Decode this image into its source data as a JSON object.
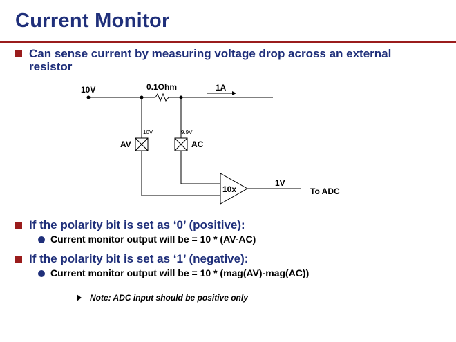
{
  "title": "Current Monitor",
  "bullets": {
    "sense": "Can sense current by measuring voltage drop across an external resistor",
    "pos_heading": "If the polarity bit is set as ‘0’ (positive):",
    "pos_detail": "Current monitor output will be = 10 * (AV-AC)",
    "neg_heading": "If the polarity bit is set as ‘1’ (negative):",
    "neg_detail": "Current monitor output will be = 10 * (mag(AV)-mag(AC))",
    "note": "Note: ADC input should be positive only"
  },
  "diagram": {
    "input_voltage": "10V",
    "resistor": "0.1Ohm",
    "current": "1A",
    "av_voltage": "10V",
    "ac_voltage": "9.9V",
    "av_label": "AV",
    "ac_label": "AC",
    "amp_gain": "10x",
    "output_voltage": "1V",
    "output_dest": "To ADC"
  },
  "colors": {
    "title": "#1f2f7a",
    "accent": "#9a1c1c"
  }
}
